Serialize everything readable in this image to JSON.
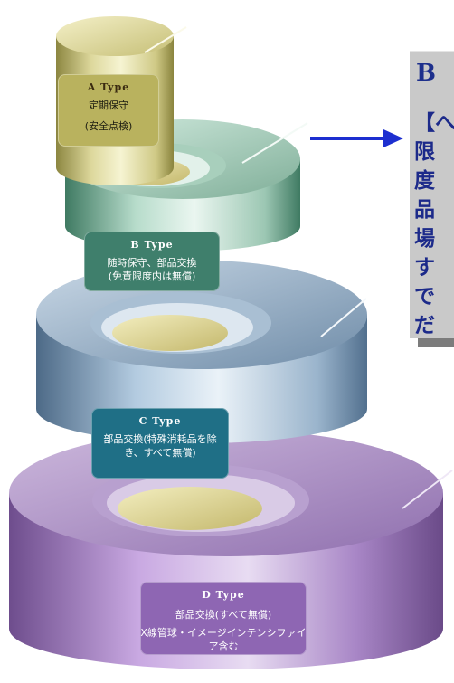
{
  "tiers": [
    {
      "type": "A Type",
      "lines": [
        "定期保守",
        "(安全点検)"
      ]
    },
    {
      "type": "B Type",
      "lines": [
        "随時保守、部品交換",
        "(免責限度内は無償)"
      ]
    },
    {
      "type": "C Type",
      "lines": [
        "部品交換(特殊消耗品を除",
        "き、すべて無償)"
      ]
    },
    {
      "type": "D Type",
      "lines": [
        "部品交換(すべて無償)",
        "X線管球・イメージインテンシファイア含む"
      ]
    }
  ],
  "callout": {
    "title": "B",
    "lines": [
      "【へ",
      "限",
      "度",
      "品",
      "場",
      "す",
      "で",
      "だ"
    ]
  },
  "colors": {
    "tier_a": "#b9b25e",
    "tier_b": "#3f7f6c",
    "tier_c": "#1f6f86",
    "tier_d": "#8e66b3",
    "arrow": "#1d2fd0",
    "callout_text": "#1c2a8a"
  }
}
